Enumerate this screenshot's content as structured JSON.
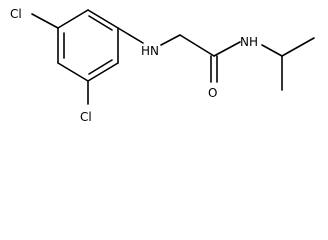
{
  "molecule": {
    "atoms": {
      "cl_top": "Cl",
      "cl_bottom": "Cl",
      "nh_amine": "H​N",
      "nh_amide": "N​H",
      "o_carbonyl": "O"
    },
    "colors": {
      "bond": "#000000",
      "label": "#000000",
      "background": "#ffffff"
    }
  }
}
